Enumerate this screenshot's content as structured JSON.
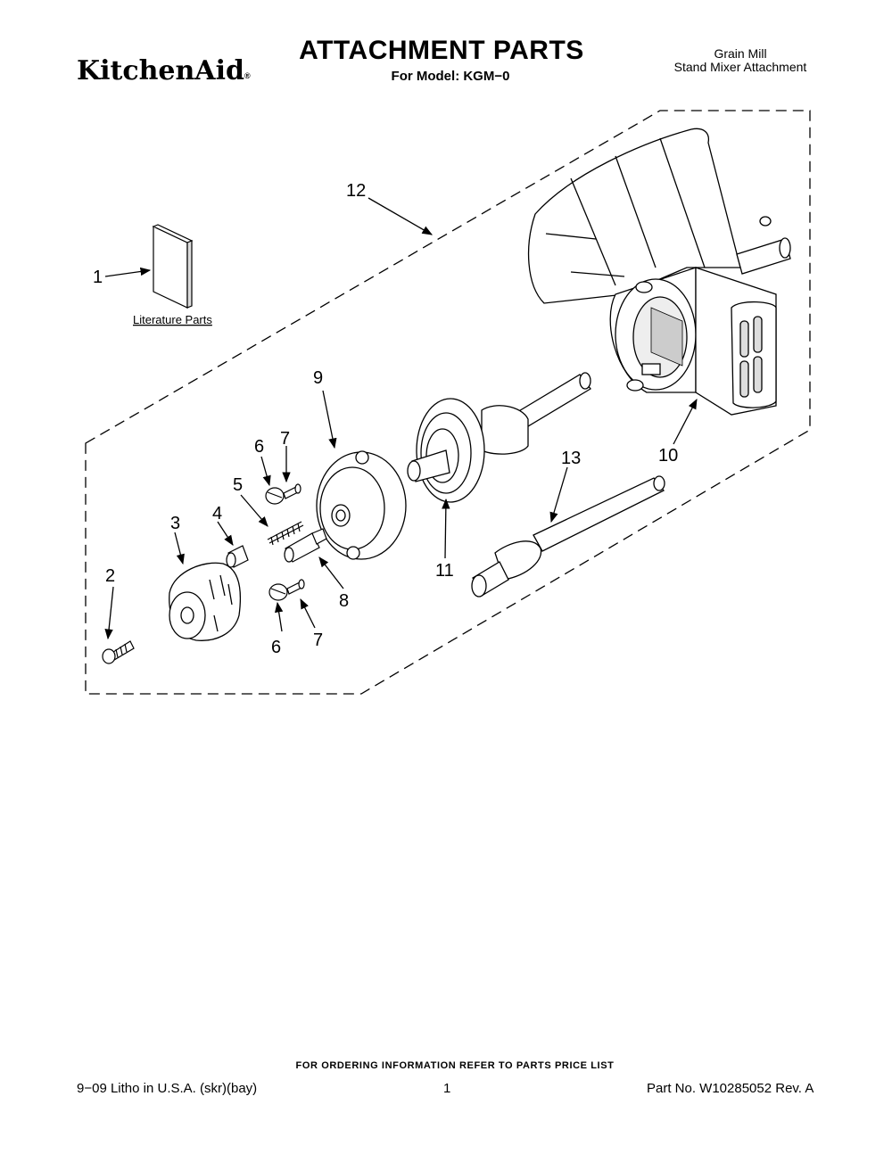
{
  "header": {
    "brand": "KitchenAid",
    "brand_mark": "®",
    "title": "ATTACHMENT PARTS",
    "model_line": "For Model: KGM−0",
    "product_line1": "Grain Mill",
    "product_line2": "Stand Mixer Attachment"
  },
  "diagram": {
    "literature_label": "Literature Parts",
    "callouts": {
      "c1": "1",
      "c2": "2",
      "c3": "3",
      "c4": "4",
      "c5": "5",
      "c6a": "6",
      "c6b": "6",
      "c7a": "7",
      "c7b": "7",
      "c8": "8",
      "c9": "9",
      "c10": "10",
      "c11": "11",
      "c12": "12",
      "c13": "13"
    }
  },
  "footer": {
    "notice": "FOR ORDERING INFORMATION REFER TO PARTS PRICE LIST",
    "litho": "9−09 Litho in U.S.A. (skr)(bay)",
    "page": "1",
    "part_no": "Part No. W10285052 Rev. A"
  }
}
